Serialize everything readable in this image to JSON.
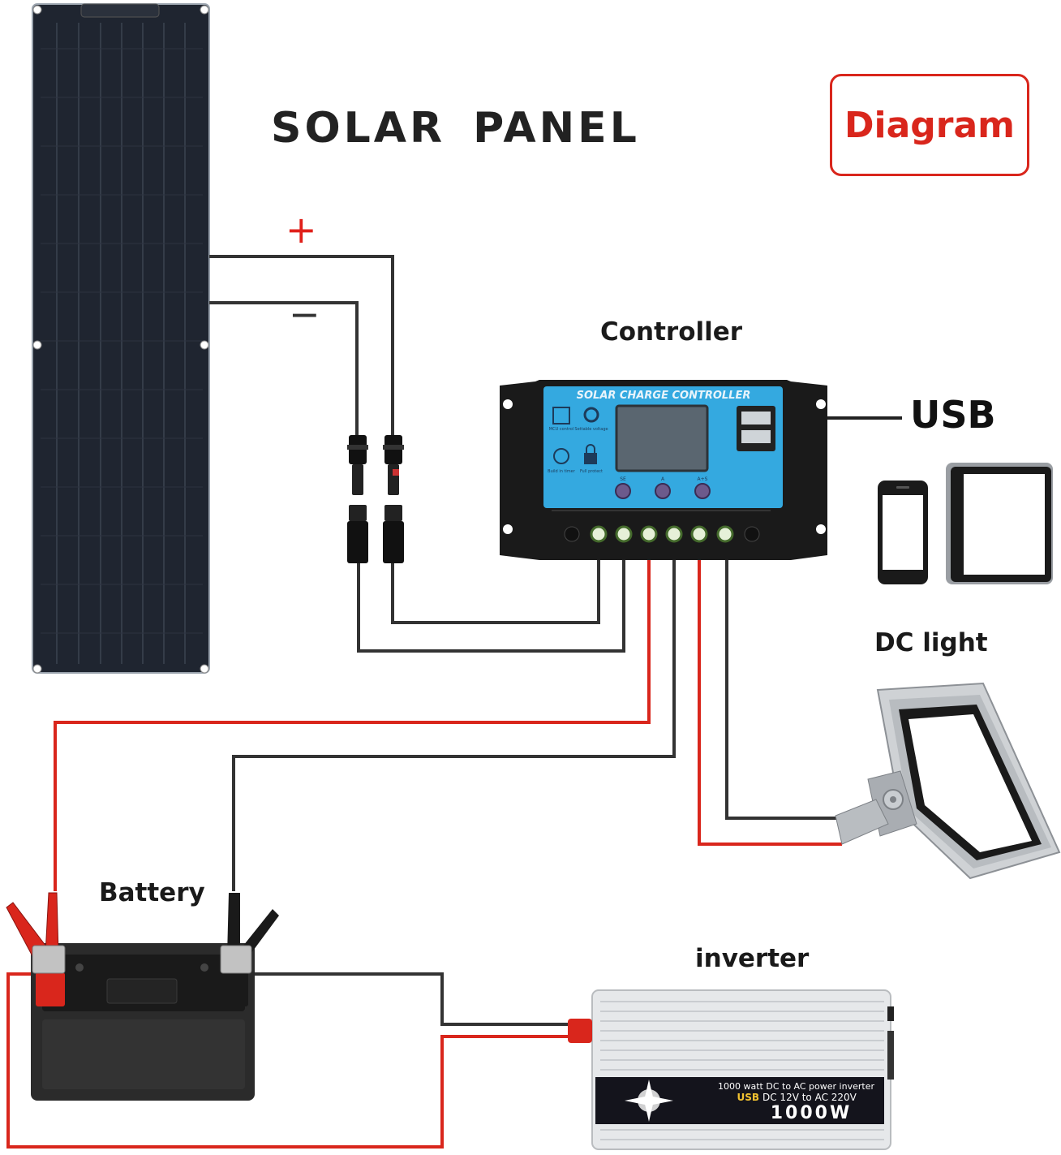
{
  "title": {
    "word1": "SOLAR",
    "word2": "PANEL"
  },
  "badge": {
    "label": "Diagram"
  },
  "labels": {
    "plus": "+",
    "minus": "−",
    "controller": "Controller",
    "usb": "USB",
    "dc_light": "DC light",
    "battery": "Battery",
    "inverter": "inverter"
  },
  "controller_face": {
    "header": "SOLAR CHARGE CONTROLLER",
    "icon_labels": [
      "MCU control",
      "Settable voltage",
      "Build in timer",
      "Full protect"
    ],
    "button_labels": [
      "SE",
      "A",
      "A+S"
    ]
  },
  "inverter_face": {
    "line1": "1000 watt DC to AC power inverter",
    "line2_prefix": "USB",
    "line2_rest": "DC 12V to AC 220V",
    "line3": "1000W"
  },
  "colors": {
    "wire_red": "#d9261c",
    "wire_black": "#333333",
    "badge_red": "#d9261c",
    "controller_blue": "#34a9e0",
    "panel_dark": "#1f2530"
  }
}
